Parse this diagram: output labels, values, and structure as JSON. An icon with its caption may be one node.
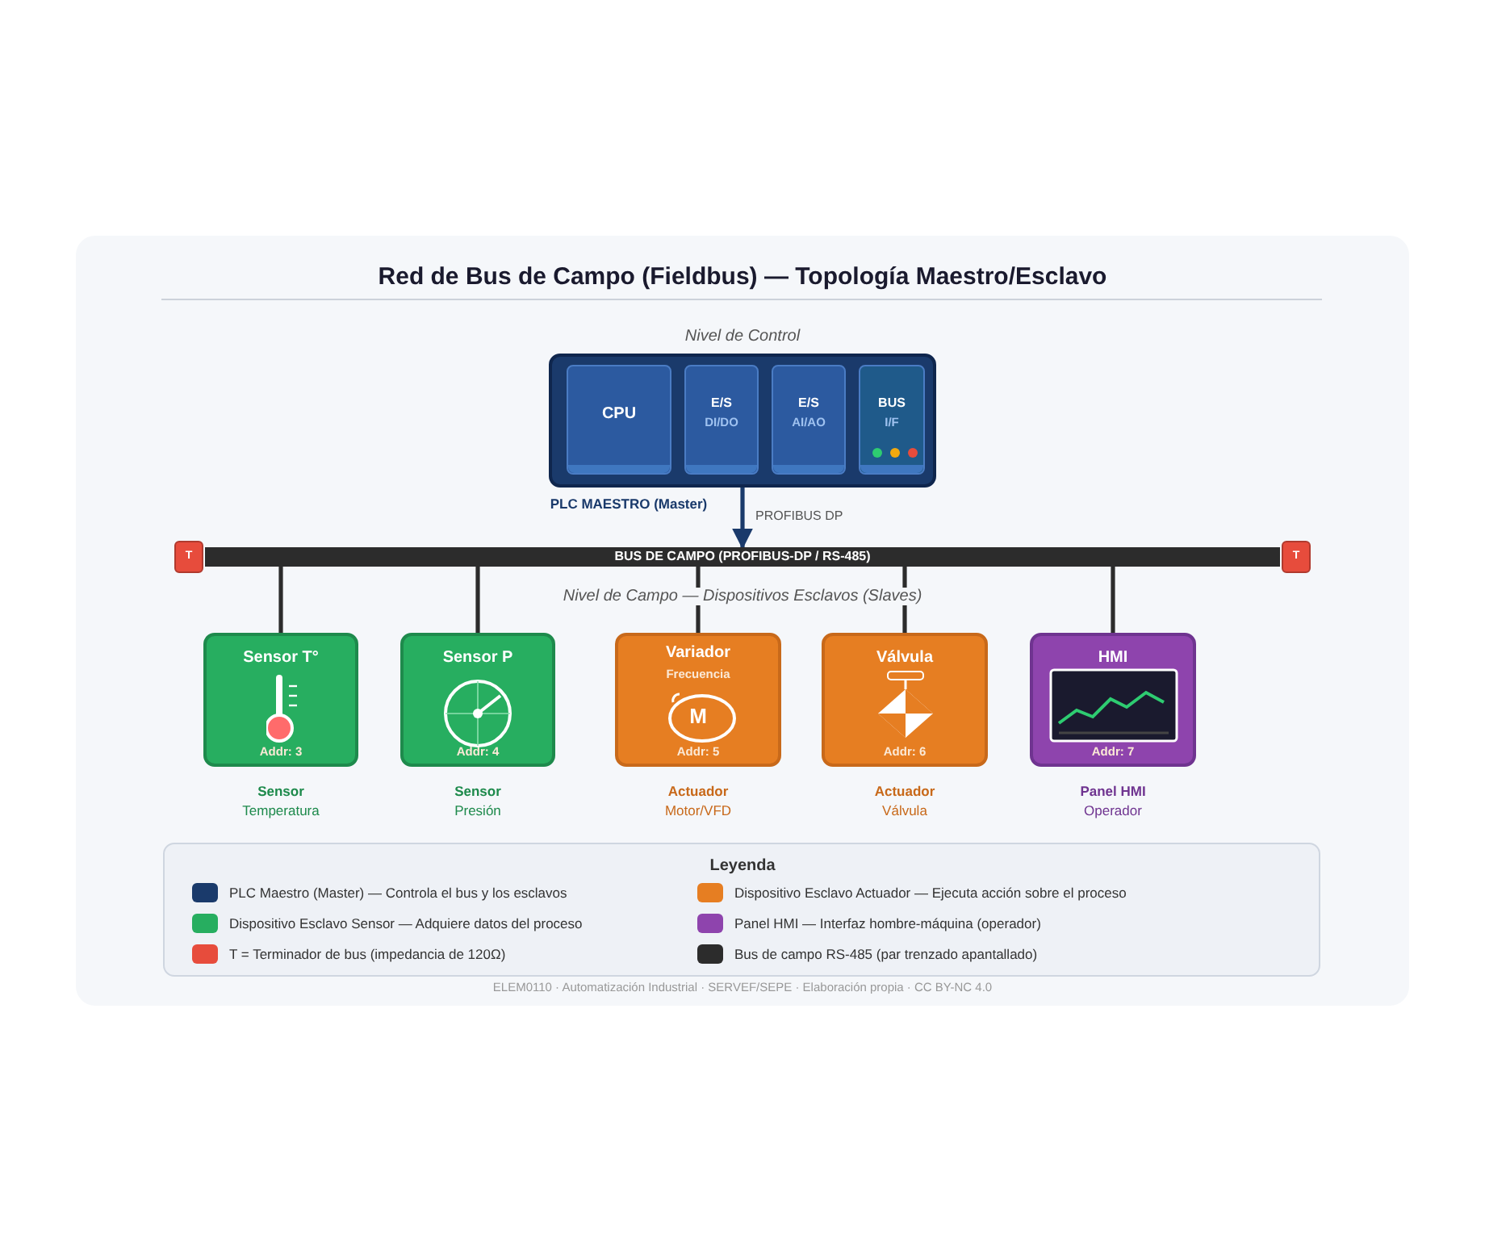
{
  "diagram": {
    "title": "Red de Bus de Campo (Fieldbus) — Topología Maestro/Esclavo",
    "nodes": [
      {
        "text": [
          "PLC MAESTRO (Master)"
        ]
      },
      {
        "text": [
          "CPU"
        ],
        "in": 0
      },
      {
        "text": [
          "E/S",
          "DI/DO"
        ],
        "in": 0
      },
      {
        "text": [
          "E/S",
          "AI/AO"
        ],
        "in": 0
      },
      {
        "text": [
          "BUS",
          "I/F"
        ],
        "in": 0
      },
      {
        "text": [
          "BUS DE CAMPO (PROFIBUS-DP / RS-485)"
        ]
      },
      {
        "text": [
          "T"
        ]
      },
      {
        "text": [
          "T"
        ]
      },
      {
        "text": [
          "Sensor T°",
          "Addr: 3"
        ],
        "beside": [
          "Sensor",
          "Temperatura"
        ]
      },
      {
        "text": [
          "Sensor P",
          "Addr: 4"
        ],
        "beside": [
          "Sensor",
          "Presión"
        ]
      },
      {
        "text": [
          "Variador",
          "Frecuencia",
          "M",
          "Addr: 5"
        ],
        "beside": [
          "Actuador",
          "Motor/VFD"
        ]
      },
      {
        "text": [
          "Válvula",
          "Addr: 6"
        ],
        "beside": [
          "Actuador",
          "Válvula"
        ]
      },
      {
        "text": [
          "HMI",
          "Addr: 7"
        ],
        "beside": [
          "Panel HMI",
          "Operador"
        ]
      }
    ],
    "edges": [
      {
        "from": 0,
        "to": 5,
        "arrow": "to",
        "label": "PROFIBUS DP",
        "color": "#1a3a6b"
      },
      {
        "from": 5,
        "to": 8,
        "arrow": "none"
      },
      {
        "from": 5,
        "to": 9,
        "arrow": "none"
      },
      {
        "from": 5,
        "to": 10,
        "arrow": "none"
      },
      {
        "from": 5,
        "to": 11,
        "arrow": "none"
      },
      {
        "from": 5,
        "to": 12,
        "arrow": "none"
      }
    ],
    "labels": [
      "Nivel de Control",
      "Nivel de Campo — Dispositivos Esclavos (Slaves)",
      "Leyenda",
      "ELEM0110 · Automatización Industrial · SERVEF/SEPE · Elaboración propia · CC BY-NC 4.0"
    ],
    "legend": [
      {
        "text": "PLC Maestro (Master) — Controla el bus y los esclavos",
        "color": "#1a3a6b"
      },
      {
        "text": "Dispositivo Esclavo Sensor — Adquiere datos del proceso",
        "color": "#27ae60"
      },
      {
        "text": "T = Terminador de bus (impedancia de 120Ω)",
        "color": "#e74c3c"
      },
      {
        "text": "Dispositivo Esclavo Actuador — Ejecuta acción sobre el proceso",
        "color": "#e67e22"
      },
      {
        "text": "Panel HMI — Interfaz hombre-máquina (operador)",
        "color": "#8e44ad"
      },
      {
        "text": "Bus de campo RS-485 (par trenzado apantallado)",
        "color": "#2c2c2c"
      }
    ]
  }
}
